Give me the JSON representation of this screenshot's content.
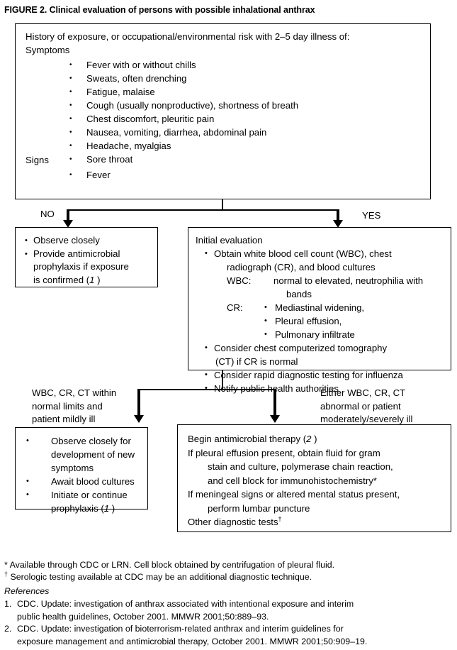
{
  "figure": {
    "title": "FIGURE 2. Clinical evaluation of persons with possible inhalational anthrax"
  },
  "history_box": {
    "heading": "History of exposure, or occupational/environmental risk with 2–5 day illness of:",
    "symptoms_label": "Symptoms",
    "symptoms": [
      "Fever with or without chills",
      "Sweats, often drenching",
      "Fatigue, malaise",
      "Cough (usually nonproductive), shortness of breath",
      "Chest discomfort, pleuritic pain",
      "Nausea, vomiting, diarrhea, abdominal pain",
      "Headache, myalgias",
      "Sore throat"
    ],
    "signs_label": "Signs",
    "signs": [
      "Fever"
    ]
  },
  "branch1": {
    "no_label": "NO",
    "yes_label": "YES"
  },
  "no_box": {
    "items": [
      {
        "line1": "Observe closely"
      },
      {
        "line1": "Provide antimicrobial",
        "line2": "prophylaxis if exposure",
        "line3": "is confirmed (",
        "ref": "1",
        "line3_end": " )"
      }
    ]
  },
  "initial_box": {
    "heading": "Initial evaluation",
    "bullet1": "Obtain white blood cell count (WBC), chest",
    "bullet1_cont": "radiograph (CR), and blood cultures",
    "wbc_label": "WBC:",
    "wbc_text": "normal to elevated, neutrophilia with",
    "wbc_cont": "bands",
    "cr_label": "CR:",
    "cr_items": [
      "Mediastinal widening,",
      "Pleural effusion,",
      "Pulmonary infiltrate"
    ],
    "bullet2": "Consider chest computerized tomography",
    "bullet2_cont": "(CT) if CR is normal",
    "bullet3": "Consider rapid diagnostic testing for influenza",
    "bullet4": "Notify public health authorities"
  },
  "branch2": {
    "left_label_line1": "WBC, CR, CT within",
    "left_label_line2": "normal limits and",
    "left_label_line3": "patient mildly ill",
    "right_label_line1": "Either WBC, CR, CT",
    "right_label_line2": "abnormal or patient",
    "right_label_line3": "moderately/severely ill"
  },
  "observe_box": {
    "items": [
      {
        "line1": "Observe closely for",
        "line2": "development of new",
        "line3": "symptoms"
      },
      {
        "line1": "Await blood cultures"
      },
      {
        "line1": "Initiate or continue",
        "line2": "prophylaxis (",
        "ref": "1",
        "line2_end": " )"
      }
    ]
  },
  "therapy_box": {
    "line1_pre": "Begin antimicrobial therapy (",
    "line1_ref": "2",
    "line1_post": " )",
    "line2": "If pleural effusion present, obtain fluid for gram",
    "line3": "stain and culture, polymerase chain reaction,",
    "line4": "and cell block for immunohistochemistry*",
    "line5": "If meningeal signs or altered mental status present,",
    "line6": "perform lumbar puncture",
    "line7": "Other diagnostic tests",
    "line7_mark": "†"
  },
  "footnotes": [
    {
      "mark": "*",
      "text": "Available through CDC or LRN. Cell block obtained by centrifugation of pleural fluid."
    },
    {
      "mark": "†",
      "text": "Serologic testing available at CDC may be an additional diagnostic technique."
    }
  ],
  "references": {
    "heading": "References",
    "items": [
      {
        "num": "1.",
        "line1": "CDC. Update: investigation of anthrax associated with intentional exposure and interim",
        "line2": "public health guidelines, October 2001. MMWR 2001;50:889–93."
      },
      {
        "num": "2.",
        "line1": "CDC. Update: investigation of bioterrorism-related anthrax and interim guidelines for",
        "line2": "exposure management and antimicrobial therapy, October 2001. MMWR 2001;50:909–19."
      }
    ]
  },
  "colors": {
    "ink": "#000000",
    "paper": "#ffffff"
  }
}
